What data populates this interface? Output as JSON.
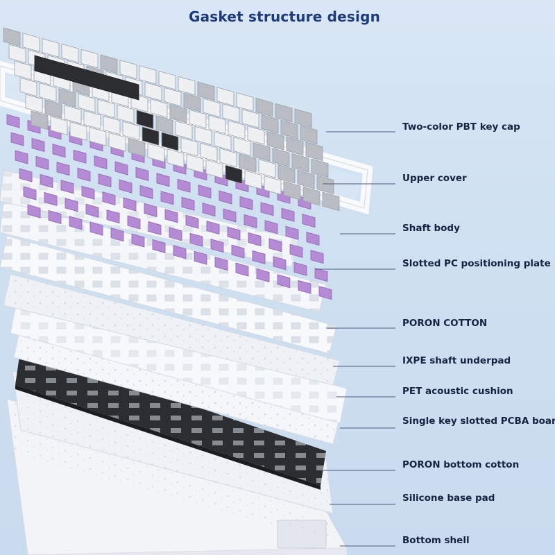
{
  "title": "Gasket structure design",
  "layers": [
    {
      "id": "keycap",
      "label": "Two-color PBT key cap"
    },
    {
      "id": "upper-cover",
      "label": "Upper cover"
    },
    {
      "id": "shaft-body",
      "label": "Shaft body"
    },
    {
      "id": "pc-plate",
      "label": "Slotted PC positioning plate"
    },
    {
      "id": "poron-cotton",
      "label": "PORON COTTON"
    },
    {
      "id": "ixpe",
      "label": "IXPE shaft underpad"
    },
    {
      "id": "pet",
      "label": "PET acoustic cushion"
    },
    {
      "id": "pcba",
      "label": "Single key slotted PCBA board"
    },
    {
      "id": "poron-bottom",
      "label": "PORON bottom cotton"
    },
    {
      "id": "silicone",
      "label": "Silicone base pad"
    },
    {
      "id": "bottom-shell",
      "label": "Bottom shell"
    }
  ],
  "colors": {
    "title": "#1f3a7a",
    "label": "#16223f",
    "keycap_light": "#eef0f2",
    "keycap_grey": "#b9bdc3",
    "keycap_dark": "#2b2d31",
    "switch_purple": "#b68bd6",
    "plate_white": "#f5f7fa",
    "pcb_black": "#2c2d31"
  }
}
